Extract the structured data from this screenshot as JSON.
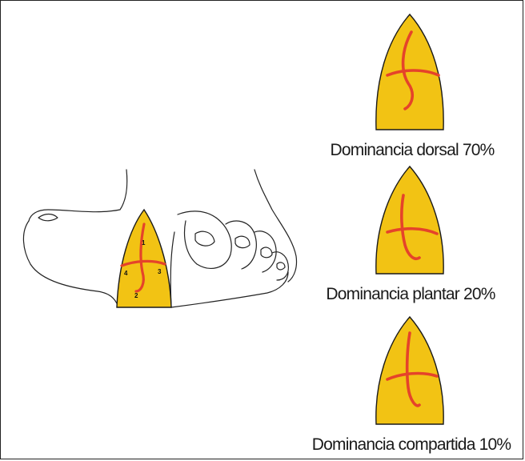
{
  "figure": {
    "panels": [
      {
        "caption": "Dominancia dorsal 70%"
      },
      {
        "caption": "Dominancia plantar 20%"
      },
      {
        "caption": "Dominancia compartida 10%"
      }
    ],
    "toe_markers": [
      "1",
      "2",
      "3",
      "4"
    ],
    "colors": {
      "flap_fill": "#f2c314",
      "flap_outline": "#1a1a1a",
      "vessel": "#e5432a",
      "line_art": "#222222"
    }
  }
}
